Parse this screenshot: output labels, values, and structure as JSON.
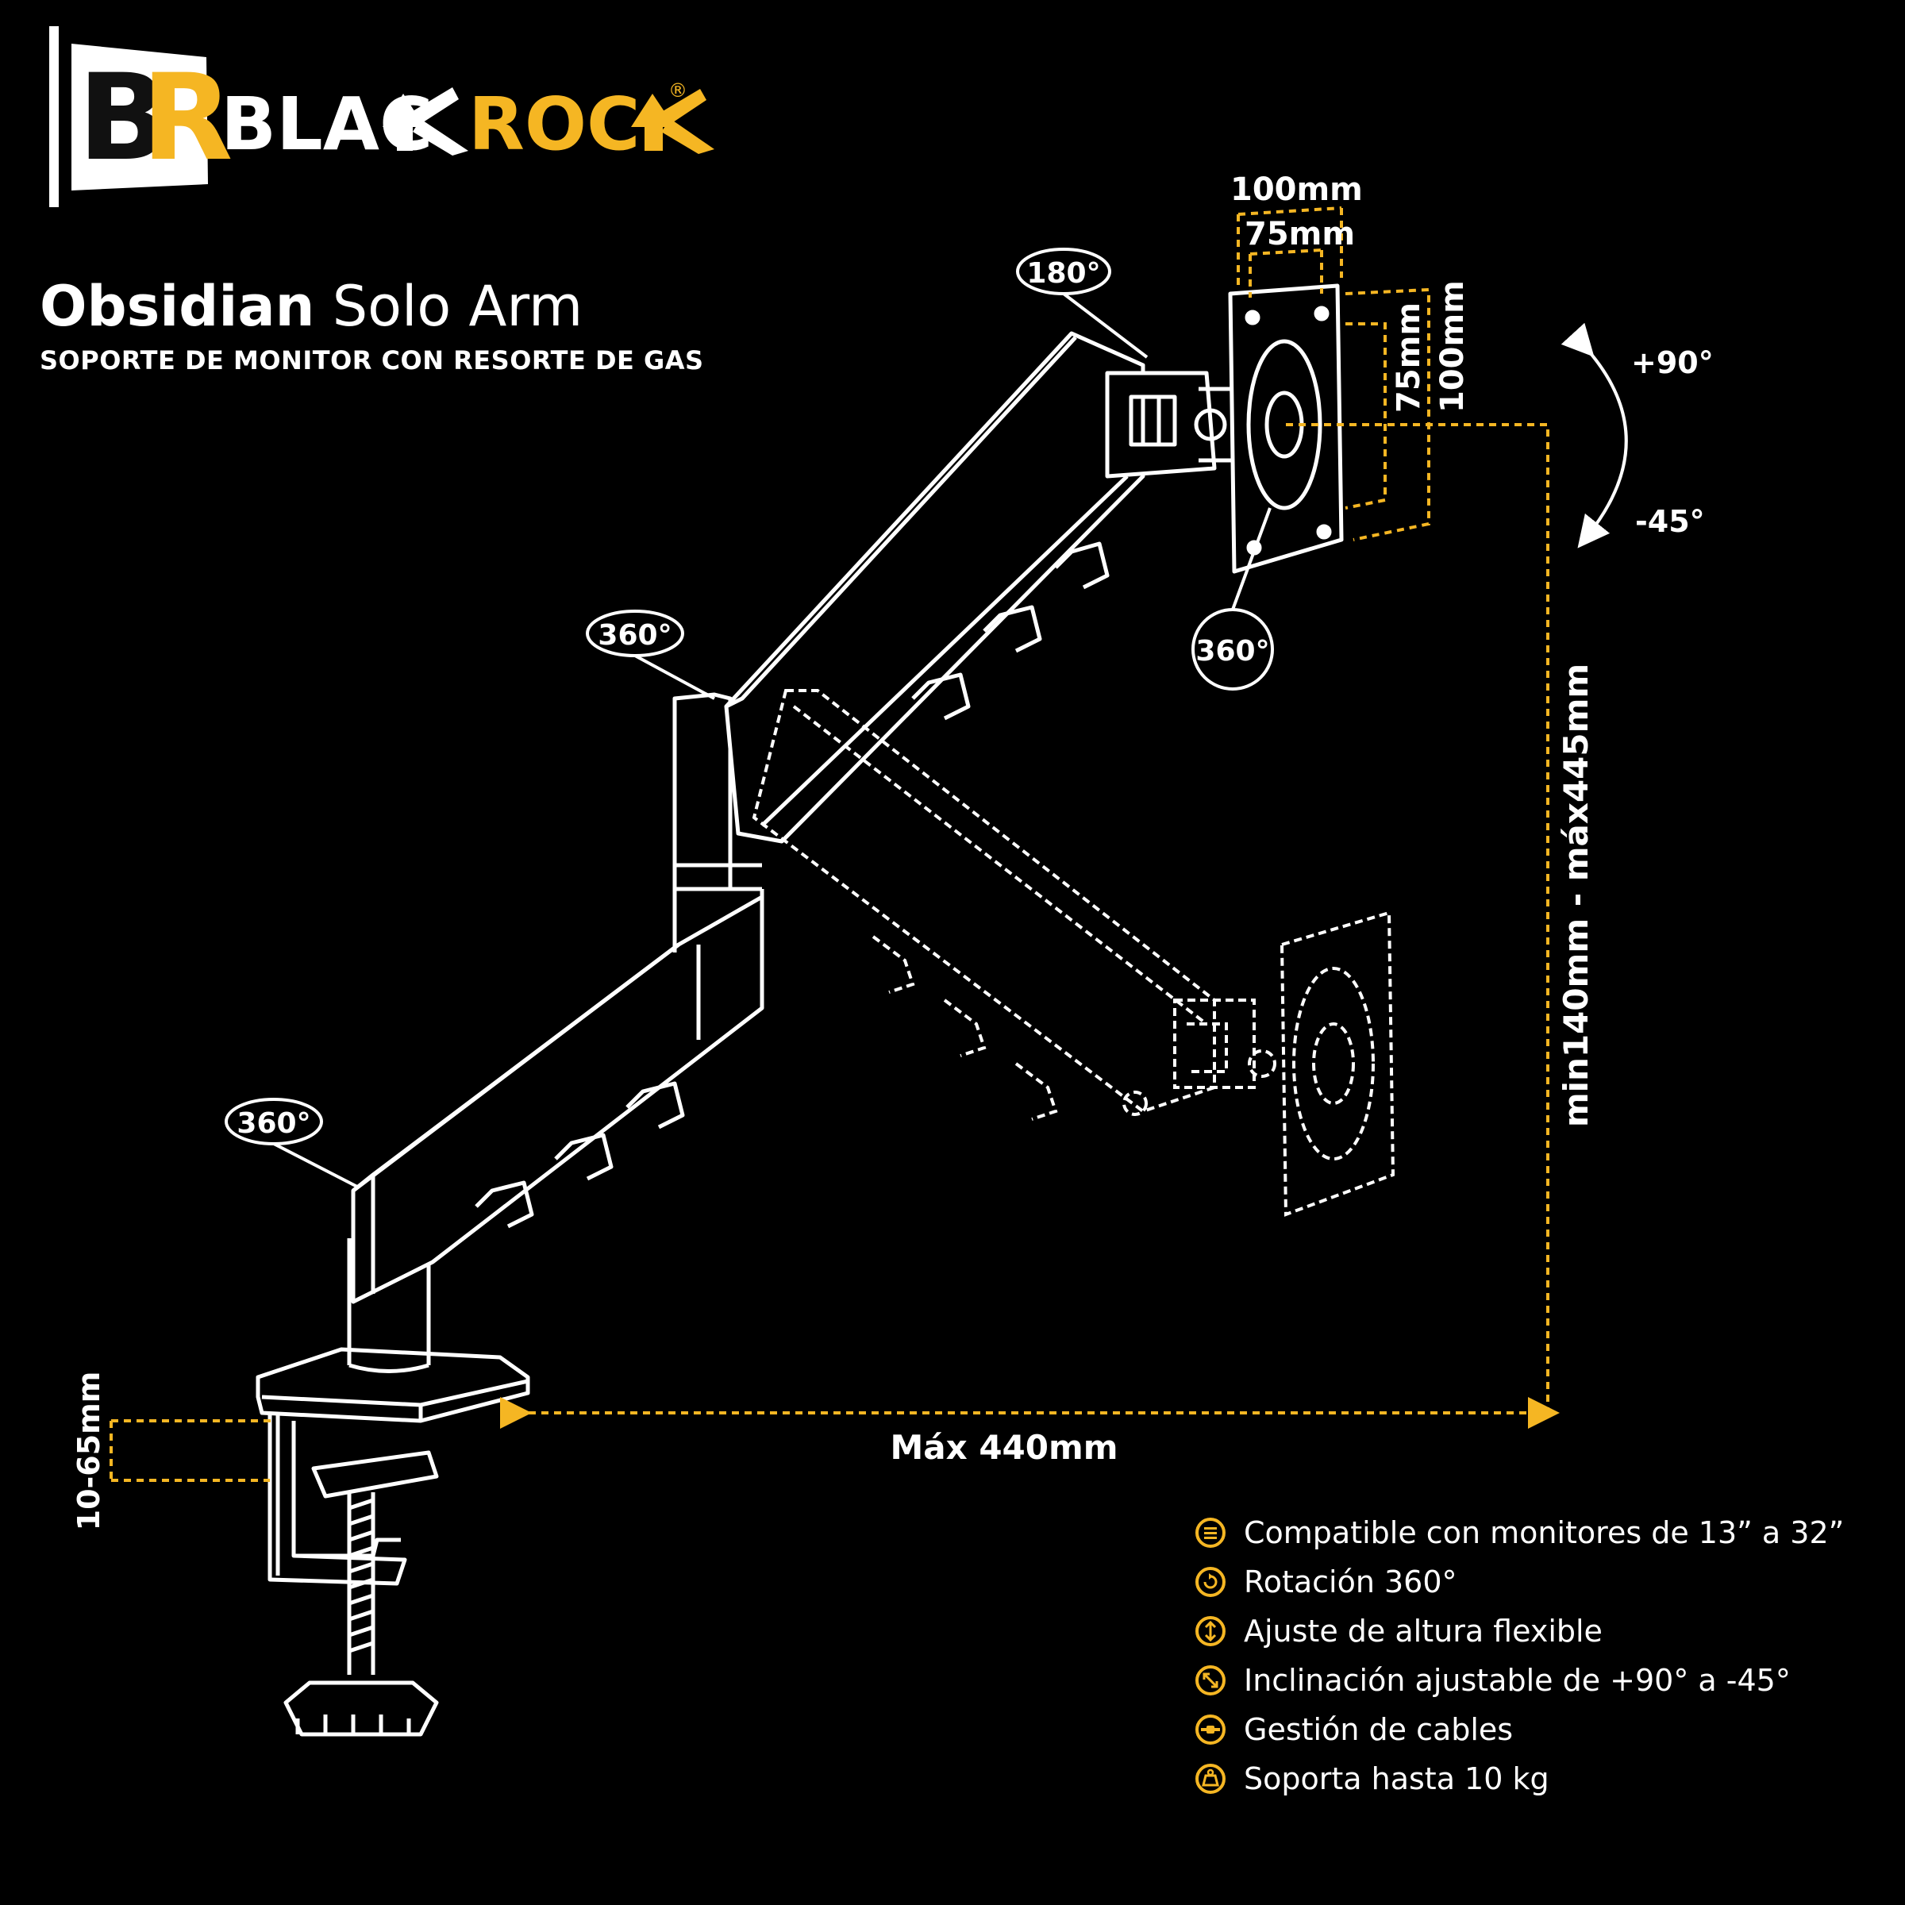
{
  "brand": {
    "monogram": "BR",
    "name_part1": "BLAC",
    "name_part2": "ROC",
    "registered": "®",
    "accent_color": "#F5B623"
  },
  "product": {
    "name_bold": "Obsidian",
    "name_light": "Solo Arm",
    "subtitle": "SOPORTE DE MONITOR CON RESORTE DE GAS"
  },
  "diagram": {
    "vesa_100_h": "100mm",
    "vesa_75_h": "75mm",
    "vesa_75_v": "75mm",
    "vesa_100_v": "100mm",
    "tilt_up": "+90°",
    "tilt_down": "-45°",
    "rot_top": "180°",
    "rot_head": "360°",
    "rot_elbow": "360°",
    "rot_base": "360°",
    "height_range": "min140mm - máx445mm",
    "reach": "Máx 440mm",
    "clamp": "10-65mm",
    "line_color": "#FFFFFF",
    "dim_color": "#F5B623"
  },
  "features": [
    {
      "icon": "monitor-size-icon",
      "label": "Compatible con monitores de 13” a 32”"
    },
    {
      "icon": "rotation-icon",
      "label": "Rotación 360°"
    },
    {
      "icon": "height-adjust-icon",
      "label": "Ajuste de altura flexible"
    },
    {
      "icon": "tilt-icon",
      "label": "Inclinación ajustable de +90° a -45°"
    },
    {
      "icon": "cable-icon",
      "label": "Gestión de cables"
    },
    {
      "icon": "weight-icon",
      "label": "Soporta hasta 10 kg"
    }
  ]
}
